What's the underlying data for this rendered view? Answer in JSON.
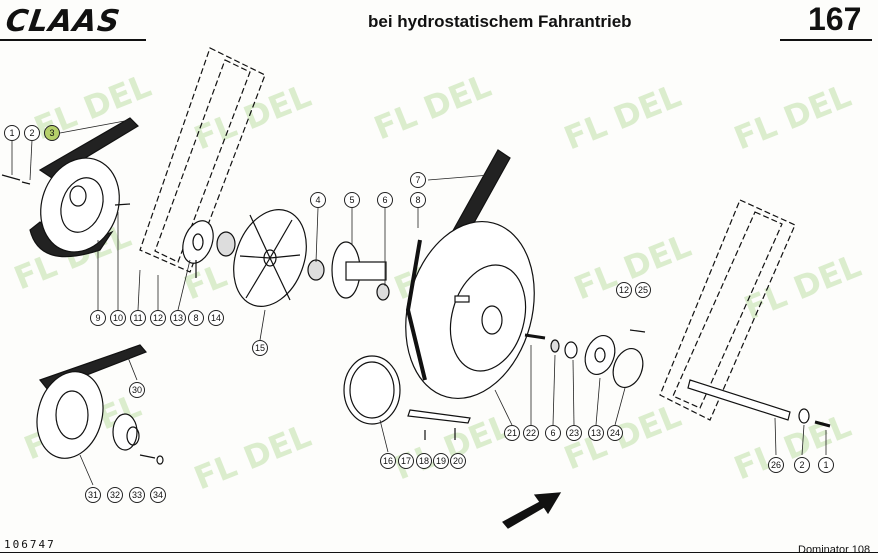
{
  "header": {
    "logo": "CLAAS",
    "title": "bei hydrostatischem Fahrantrieb",
    "page_number": "167"
  },
  "footer": {
    "reference": "106747",
    "model": "Dominator 108"
  },
  "watermark": "FL DEL",
  "highlight_color": "#b5d06a",
  "callouts": [
    "1",
    "2",
    "3",
    "4",
    "5",
    "6",
    "7",
    "8",
    "9",
    "10",
    "11",
    "12",
    "13",
    "8",
    "14",
    "15",
    "12",
    "25",
    "21",
    "22",
    "6",
    "23",
    "13",
    "24",
    "26",
    "2",
    "1",
    "16",
    "17",
    "18",
    "19",
    "20",
    "30",
    "31",
    "32",
    "33",
    "34"
  ]
}
